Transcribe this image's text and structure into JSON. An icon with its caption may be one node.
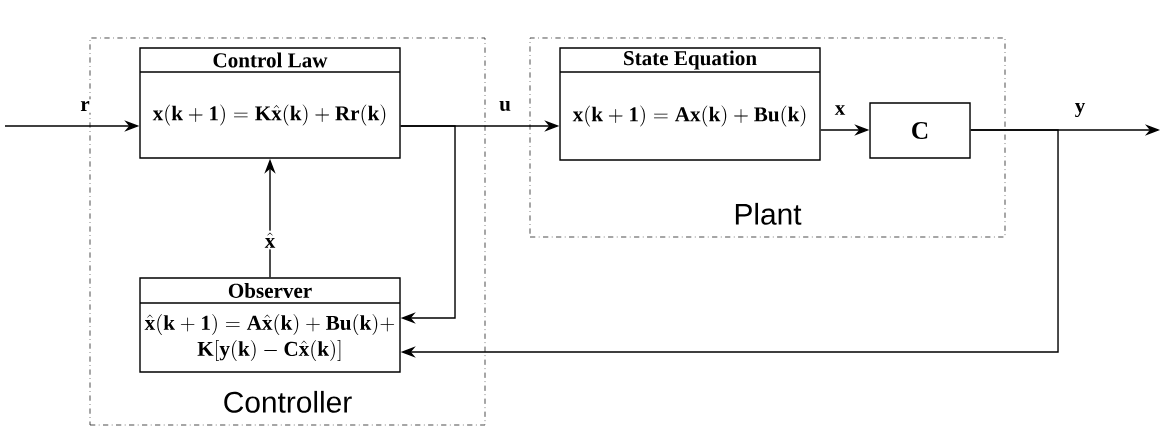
{
  "diagram": {
    "nodes": [
      {
        "text": [
          "Controller"
        ]
      },
      {
        "text": [
          "Control Law",
          "\\mathbf{x(k+1)=K}\\hat{\\mathbf{x}}\\mathbf{(k)+Rr(k)}"
        ],
        "in": 0
      },
      {
        "text": [
          "Observer",
          "\\hat{\\mathbf{x}}\\mathbf{(k+1)=A}\\hat{\\mathbf{x}}\\mathbf{(k)+Bu(k)+}",
          "\\mathbf{K[y(k)-C}\\hat{\\mathbf{x}}\\mathbf{(k)]}"
        ],
        "in": 0
      },
      {
        "text": [
          "Plant"
        ]
      },
      {
        "text": [
          "State Equation",
          "\\mathbf{x(k+1)=Ax(k)+Bu(k)}"
        ],
        "in": 3
      },
      {
        "text": [
          "\\mathbf{C}"
        ],
        "in": 3
      }
    ],
    "edges": [
      {
        "from": null,
        "to": 1,
        "arrow": "to",
        "label": "r"
      },
      {
        "from": 1,
        "to": 4,
        "arrow": "to",
        "label": "u"
      },
      {
        "from": 1,
        "to": 2,
        "arrow": "to"
      },
      {
        "from": 2,
        "to": 1,
        "arrow": "to",
        "label": "\\hat{\\mathbf{x}}"
      },
      {
        "from": 4,
        "to": 5,
        "arrow": "to",
        "label": "x"
      },
      {
        "from": 5,
        "to": null,
        "arrow": "to",
        "label": "y"
      },
      {
        "from": 5,
        "to": 2,
        "arrow": "to"
      }
    ]
  }
}
